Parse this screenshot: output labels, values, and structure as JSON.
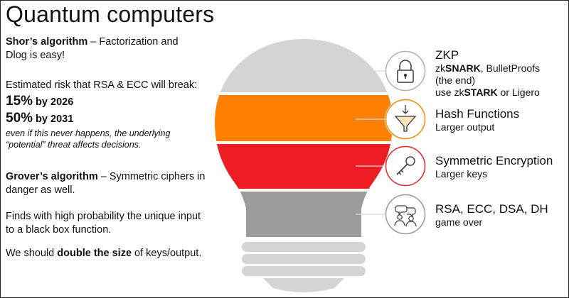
{
  "title": "Quantum computers",
  "left": {
    "shor_term": "Shor’s algorithm",
    "shor_rest": " – Factorization and",
    "shor_line2": "Dlog is easy!",
    "risk_intro": "Estimated risk that RSA & ECC will break:",
    "risk1_pct": "15%",
    "risk1_year": " by 2026",
    "risk2_pct": "50%",
    "risk2_year": " by 2031",
    "note_line1": "even if this never happens, the underlying",
    "note_line2": "“potential” threat affects decisions.",
    "grover_term": "Grover’s algorithm",
    "grover_rest": " – Symmetric ciphers in",
    "grover_line2": "danger as well.",
    "finds_line1": "Finds with high probability the unique input",
    "finds_line2": "to a black box function.",
    "double_pre": "We should ",
    "double_bold": "double the size",
    "double_post": " of keys/output."
  },
  "right": {
    "zkp": {
      "heading": "ZKP",
      "l1_pre": "zk",
      "l1_bold": "SNARK",
      "l1_post": ", BulletProofs",
      "l2": "(the end)",
      "l3_pre": "use zk",
      "l3_bold": "STARK",
      "l3_post": " or Ligero",
      "icon": "lock-icon",
      "color": "#b0b0b0"
    },
    "hash": {
      "heading": "Hash Functions",
      "sub": "Larger output",
      "icon": "funnel-icon",
      "color": "#f58a07"
    },
    "sym": {
      "heading": "Symmetric Encryption",
      "sub": "Larger keys",
      "icon": "key-icon",
      "color": "#e52530"
    },
    "rsa": {
      "heading": "RSA, ECC, DSA, DH",
      "sub": "game over",
      "icon": "people-chat-icon",
      "color": "#9a9a9a"
    }
  },
  "bulb": {
    "colors": {
      "top": "#d4d4d4",
      "orange": "#ff8000",
      "red": "#ee1d23",
      "gray": "#9c9c9c",
      "base": "#d4d4d4"
    }
  }
}
